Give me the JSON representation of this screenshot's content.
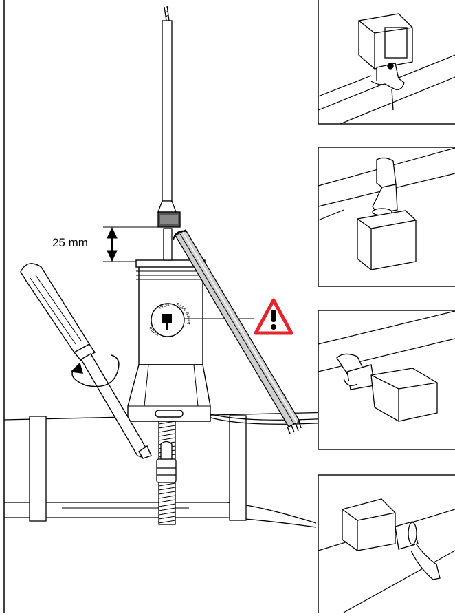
{
  "measurement": {
    "label": "25 mm"
  },
  "sensor_label": {
    "front": "Front",
    "face_avant": "Face avant",
    "vorne": "Vorne"
  },
  "warning": {
    "symbol": "!",
    "color": "#e3262b"
  },
  "colors": {
    "line": "#000000",
    "panel_fill": "#f0f0f0",
    "cable_grey": "#c8c8c8"
  }
}
